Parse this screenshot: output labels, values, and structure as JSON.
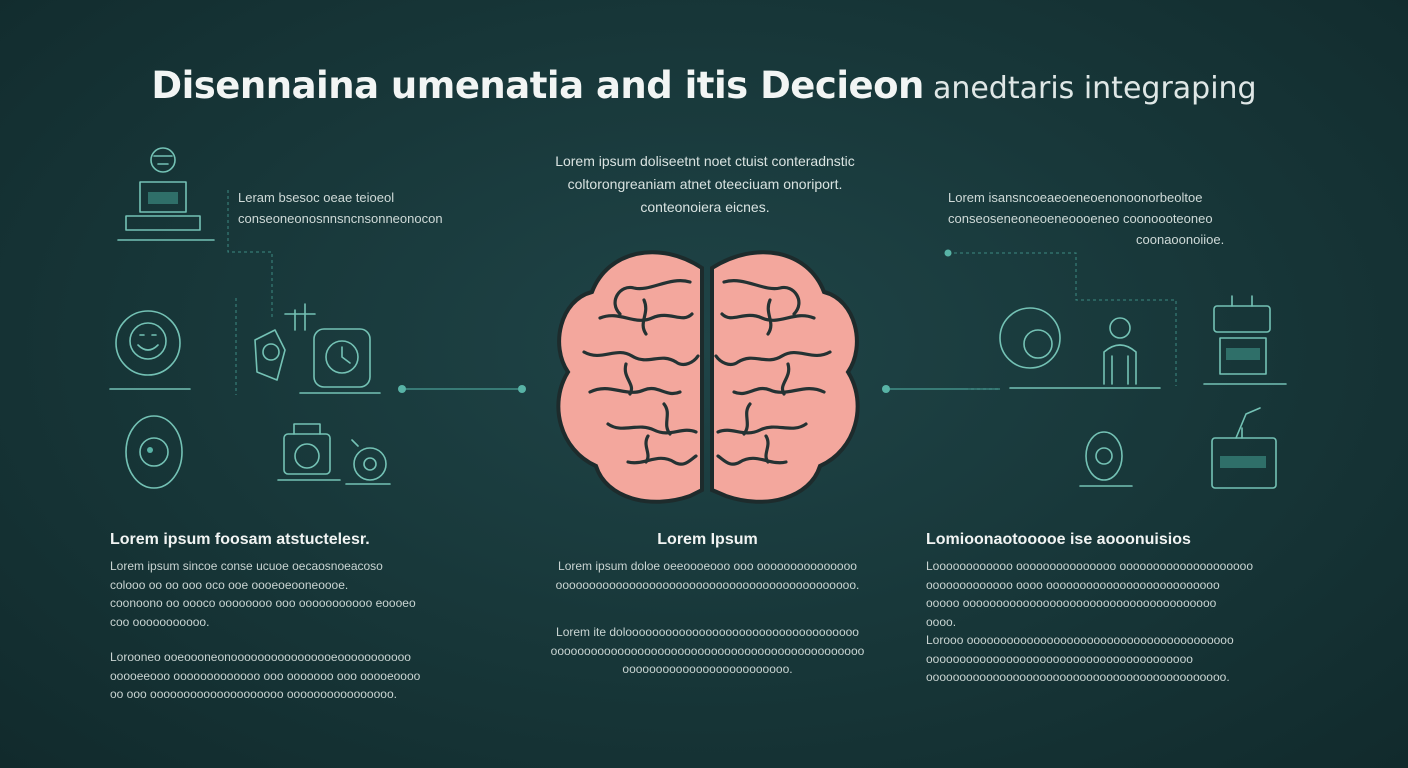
{
  "title": {
    "main": "Disennaina umenatia and itis Decieon",
    "sub": "anedtaris integraping"
  },
  "top_center_blurb": {
    "line1": "Lorem ipsum doliseetnt noet ctuist conteradnstic",
    "line2": "coltorongreaniam atnet oteeciuam onoriport.",
    "line3": "conteonoiera eicnes."
  },
  "top_left_caption": {
    "line1": "Leram bsesoc oeae teioeol",
    "line2": "conseoneonosnnsncnsonneonocon"
  },
  "top_right_caption": {
    "line1": "Lorem isansncoeaeoeneoenonoonorbeoltoe",
    "line2": "conseoseneoneoeneoooeneo coonoooteoneo",
    "line3": "coonaoonoiioe."
  },
  "sections": [
    {
      "heading": "Lorem ipsum foosam atstuctelesr.",
      "para1": [
        "Lorem ipsum sincoe conse ucuoe oecaosnoeacoso",
        "colooo oo oo ooo oco ooe oooeoeooneoooe.",
        "coonoono oo oooco oooooooo ooo ooooooooooo eoooeo",
        "coo ooooooooooo."
      ],
      "para2": [
        "Lorooneo ooeoooneonoooooooooooooooeooooooooooo",
        "ooooeeooo ooooooooooooo ooo ooooooo ooo ooooeoooo",
        "oo ooo oooooooooooooooooooo oooooooooooooooo."
      ]
    },
    {
      "heading": "Lorem Ipsum",
      "para1": [
        "Lorem ipsum doloe oeeoooeooo ooo ooooooooooooooo",
        "ooooooooooooooooooooooooooooooooooooooooooooo."
      ],
      "para2": [
        "Lorem ite dolooooooooooooooooooooooooooooooooooo",
        "ooooooooooooooooooooooooooooooooooooooooooooooo",
        "ooooooooooooooooooooooooo."
      ]
    },
    {
      "heading": "Lomioonaotooooe ise aooonuisios",
      "para1": [
        "Loooooooooooo ooooooooooooooo oooooooooooooooooooo",
        "ooooooooooooo oooo oooooooooooooooooooooooooo",
        "ooooo oooooooooooooooooooooooooooooooooooooo",
        "oooo."
      ],
      "para2": [
        "Lorooo oooooooooooooooooooooooooooooooooooooooo",
        "oooooooooooooooooooooooooooooooooooooooo",
        "ooooooooooooooooooooooooooooooooooooooooooooo."
      ]
    }
  ],
  "icons": [
    "monitor-icon",
    "face-icon",
    "robot-icon",
    "clock-icon",
    "person-icon",
    "head-icon",
    "camera-icon",
    "lab-icon",
    "chip-icon",
    "document-icon"
  ],
  "colors": {
    "background": "#173638",
    "accent": "#58b3a6",
    "brain": "#f3a79d",
    "brain_outline": "#1d2b2c"
  }
}
